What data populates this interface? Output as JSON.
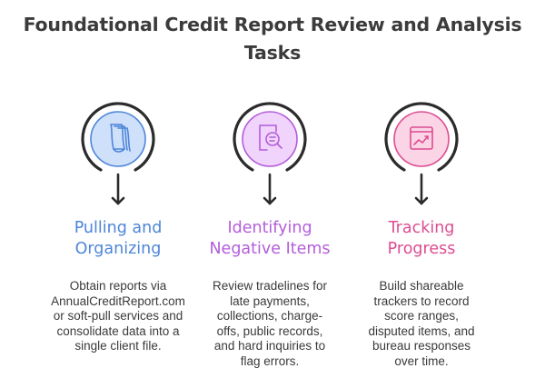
{
  "title": {
    "line1": "Foundational Credit Report Review and Analysis",
    "line2": "Tasks"
  },
  "columns": [
    {
      "icon": "documents-icon",
      "heading": [
        "Pulling and",
        "Organizing"
      ],
      "description": [
        "Obtain reports via",
        "AnnualCreditReport.com",
        "or soft-pull services and",
        "consolidate data into a",
        "single client file."
      ]
    },
    {
      "icon": "magnifying-glass-document-icon",
      "heading": [
        "Identifying",
        "Negative Items"
      ],
      "description": [
        "Review tradelines for",
        "late payments,",
        "collections, charge-",
        "offs, public records,",
        "and hard inquiries to",
        "flag errors."
      ]
    },
    {
      "icon": "chart-trend-icon",
      "heading": [
        "Tracking",
        "Progress"
      ],
      "description": [
        "Build shareable",
        "trackers to record",
        "score ranges,",
        "disputed items, and",
        "bureau responses",
        "over time."
      ]
    }
  ],
  "colors": {
    "title": "#3b3b3b",
    "blue": "#4e86d8",
    "blue_fill": "#cfe0fb",
    "purple": "#b35ddb",
    "purple_fill": "#f0d4fb",
    "pink": "#dc4d92",
    "pink_fill": "#fbd4e6",
    "ring": "#2b2b2b",
    "text": "#3a3a3a"
  }
}
